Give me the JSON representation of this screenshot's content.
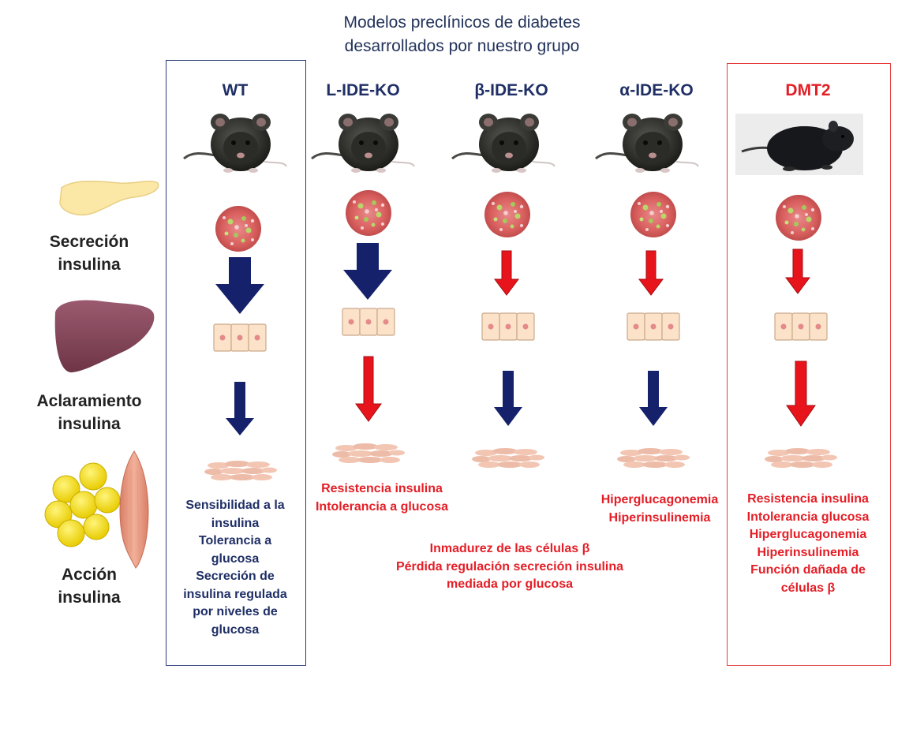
{
  "title": {
    "line1": "Modelos preclínicos de diabetes",
    "line2": "desarrollados por nuestro grupo"
  },
  "columns": [
    {
      "label": "WT"
    },
    {
      "label": "L-IDE-KO"
    },
    {
      "label": "β-IDE-KO"
    },
    {
      "label": "α-IDE-KO"
    },
    {
      "label": "DMT2"
    }
  ],
  "side_labels": {
    "secrecion": [
      "Secreción",
      "insulina"
    ],
    "aclaramiento": [
      "Aclaramiento",
      "insulina"
    ],
    "accion": [
      "Acción",
      "insulina"
    ]
  },
  "phenotypes": {
    "wt": [
      "Sensibilidad a la",
      "insulina",
      "Tolerancia a",
      "glucosa",
      "Secreción de",
      "insulina regulada",
      "por niveles de",
      "glucosa"
    ],
    "l_ide_ko": [
      "Resistencia insulina",
      "Intolerancia a glucosa"
    ],
    "alpha_ide_ko": [
      "Hiperglucagonemia",
      "Hiperinsulinemia"
    ],
    "beta_shared": [
      "Inmadurez de las células β",
      "Pérdida regulación secreción insulina",
      "mediada por glucosa"
    ],
    "dmt2": [
      "Resistencia insulina",
      "Intolerancia glucosa",
      "Hiperglucagonemia",
      "Hiperinsulinemia",
      "Función dañada de",
      "células β"
    ]
  },
  "colors": {
    "navy": "#1f2f66",
    "red": "#e41e26",
    "arrow_navy": "#15226b",
    "arrow_red": "#e8141c"
  }
}
